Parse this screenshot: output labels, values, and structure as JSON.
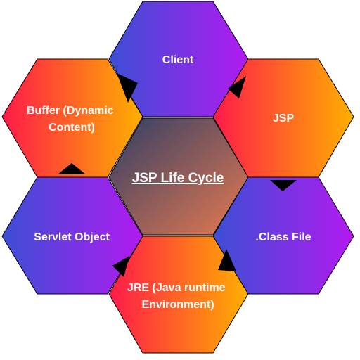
{
  "diagram": {
    "center": {
      "label": "JSP Life Cycle"
    },
    "nodes": [
      {
        "id": "client",
        "lines": [
          "Client"
        ]
      },
      {
        "id": "jsp",
        "lines": [
          "JSP"
        ]
      },
      {
        "id": "class-file",
        "lines": [
          ".Class File"
        ]
      },
      {
        "id": "jre",
        "lines": [
          "JRE (Java runtime",
          "Environment)"
        ]
      },
      {
        "id": "servlet-object",
        "lines": [
          "Servlet Object"
        ]
      },
      {
        "id": "buffer",
        "lines": [
          "Buffer (Dynamic",
          "Content)"
        ]
      }
    ],
    "colors": {
      "purple_start": "#3b4fd4",
      "purple_end": "#b21af0",
      "orange_start": "#ff1a4a",
      "orange_end": "#ffb000",
      "center_start": "#2f3d66",
      "center_end": "#e87a50",
      "arrow": "#000000",
      "border": "#000000"
    }
  }
}
